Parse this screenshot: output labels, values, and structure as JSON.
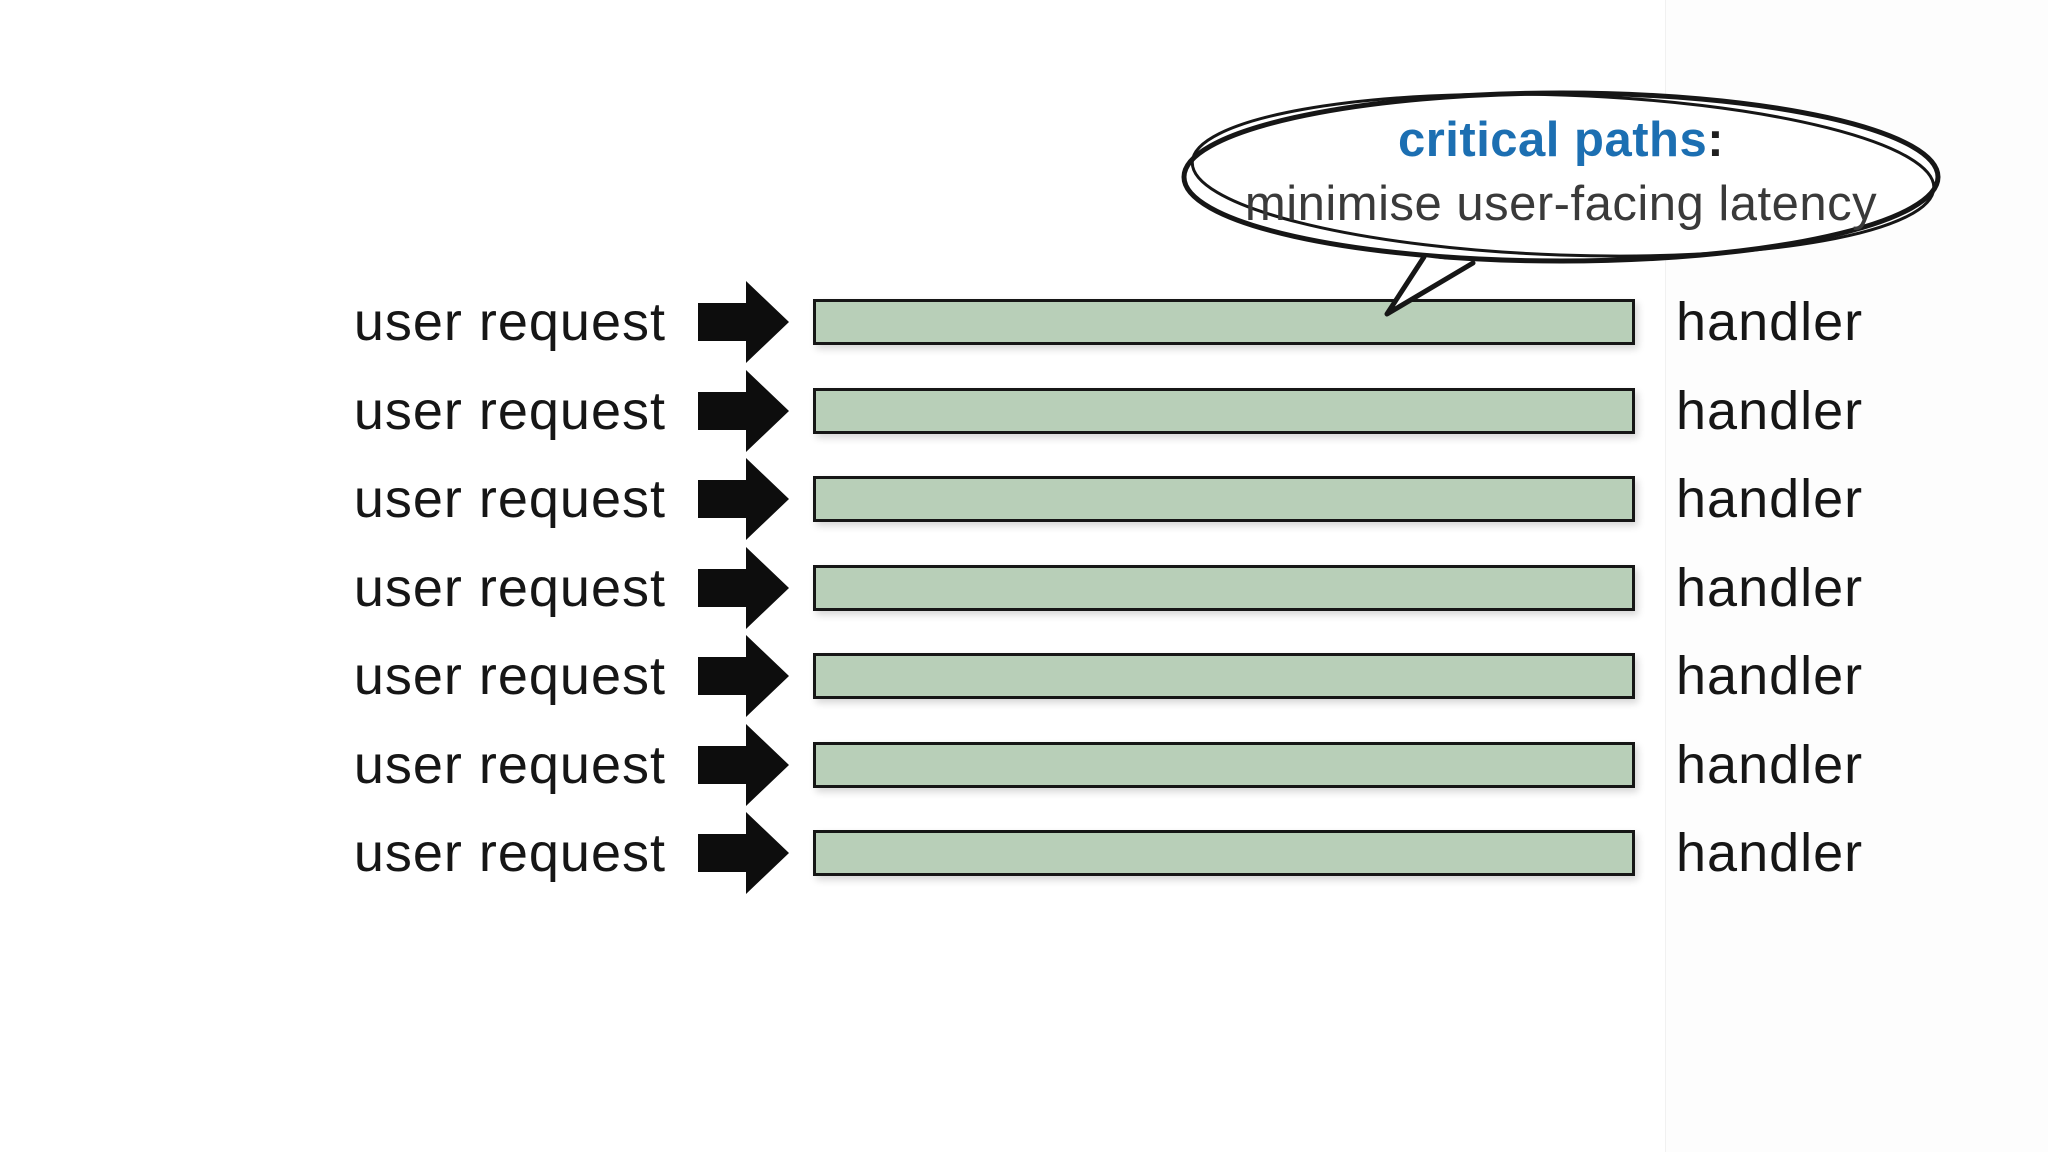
{
  "bubble": {
    "title": "critical paths",
    "title_suffix": ":",
    "line2": "minimise user-facing latency",
    "title_color": "#1c6fb2",
    "outline_color": "#161616"
  },
  "rows": {
    "count": 7,
    "left_label": "user request",
    "right_label": "handler"
  },
  "colors": {
    "background": "#ffffff",
    "bar_fill": "#b8cfb8",
    "bar_border": "#161616",
    "arrow": "#0d0d0d",
    "text": "#161616"
  }
}
